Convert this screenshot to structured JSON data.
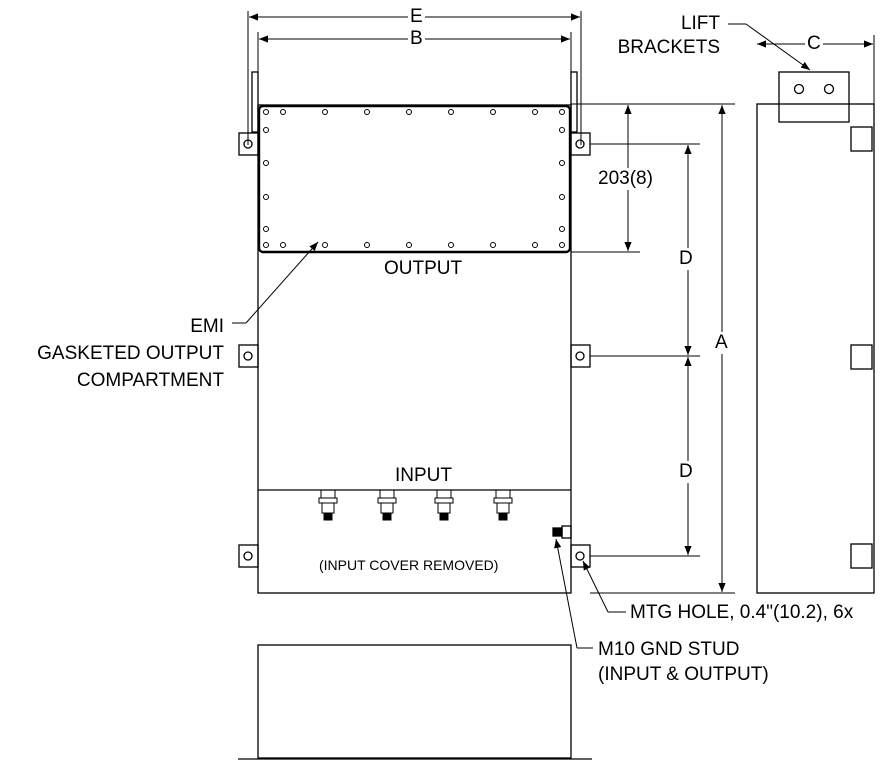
{
  "dimensions": {
    "e": "E",
    "b": "B",
    "c": "C",
    "a": "A",
    "d_upper": "D",
    "d_lower": "D",
    "top_offset": "203(8)"
  },
  "labels": {
    "output": "OUTPUT",
    "input": "INPUT",
    "input_cover_removed": "(INPUT COVER REMOVED)",
    "lift_brackets": [
      "LIFT",
      "BRACKETS"
    ],
    "emi_gasketed": [
      "EMI",
      "GASKETED OUTPUT",
      "COMPARTMENT"
    ],
    "mtg_hole": "MTG HOLE, 0.4\"(10.2), 6x",
    "gnd_stud": [
      "M10 GND STUD",
      "(INPUT & OUTPUT)"
    ]
  },
  "colors": {
    "line": "#000000",
    "background": "#ffffff"
  }
}
